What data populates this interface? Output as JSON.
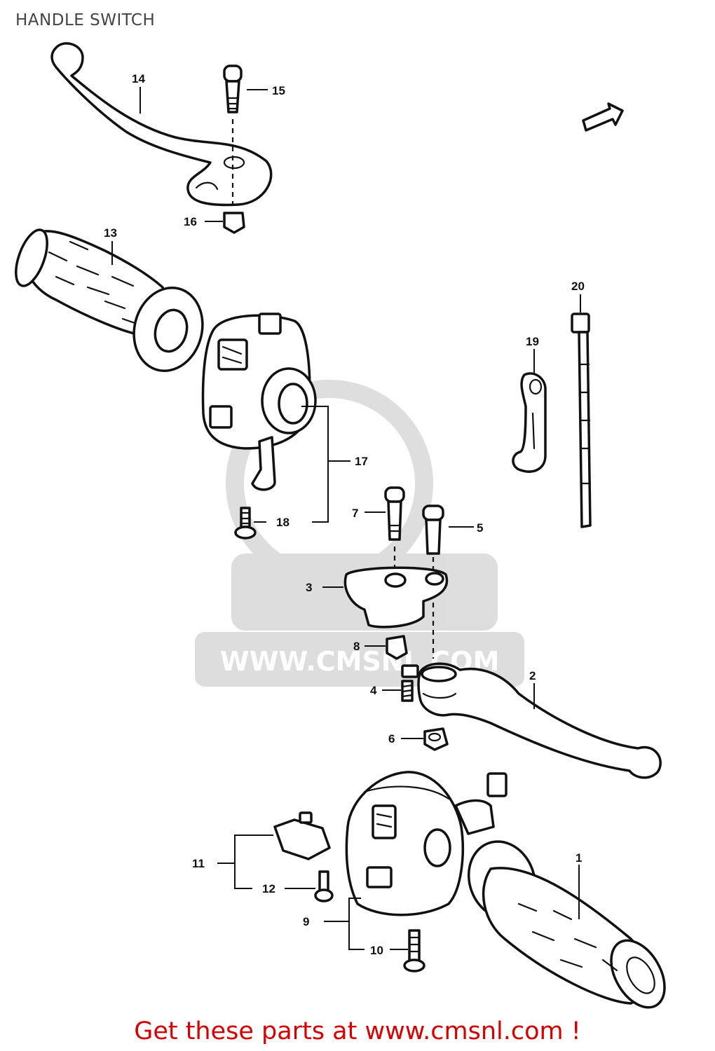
{
  "page": {
    "title": "HANDLE SWITCH"
  },
  "watermark": {
    "text": "WWW.CMSNL.COM"
  },
  "callouts": [
    {
      "id": "1",
      "label": "1"
    },
    {
      "id": "2",
      "label": "2"
    },
    {
      "id": "3",
      "label": "3"
    },
    {
      "id": "4",
      "label": "4"
    },
    {
      "id": "5",
      "label": "5"
    },
    {
      "id": "6",
      "label": "6"
    },
    {
      "id": "7",
      "label": "7"
    },
    {
      "id": "8",
      "label": "8"
    },
    {
      "id": "9",
      "label": "9"
    },
    {
      "id": "10",
      "label": "10"
    },
    {
      "id": "11",
      "label": "11"
    },
    {
      "id": "12",
      "label": "12"
    },
    {
      "id": "13",
      "label": "13"
    },
    {
      "id": "14",
      "label": "14"
    },
    {
      "id": "15",
      "label": "15"
    },
    {
      "id": "16",
      "label": "16"
    },
    {
      "id": "17",
      "label": "17"
    },
    {
      "id": "18",
      "label": "18"
    },
    {
      "id": "19",
      "label": "19"
    },
    {
      "id": "20",
      "label": "20"
    }
  ],
  "footer": {
    "text": "Get these parts at www.cmsnl.com !"
  }
}
